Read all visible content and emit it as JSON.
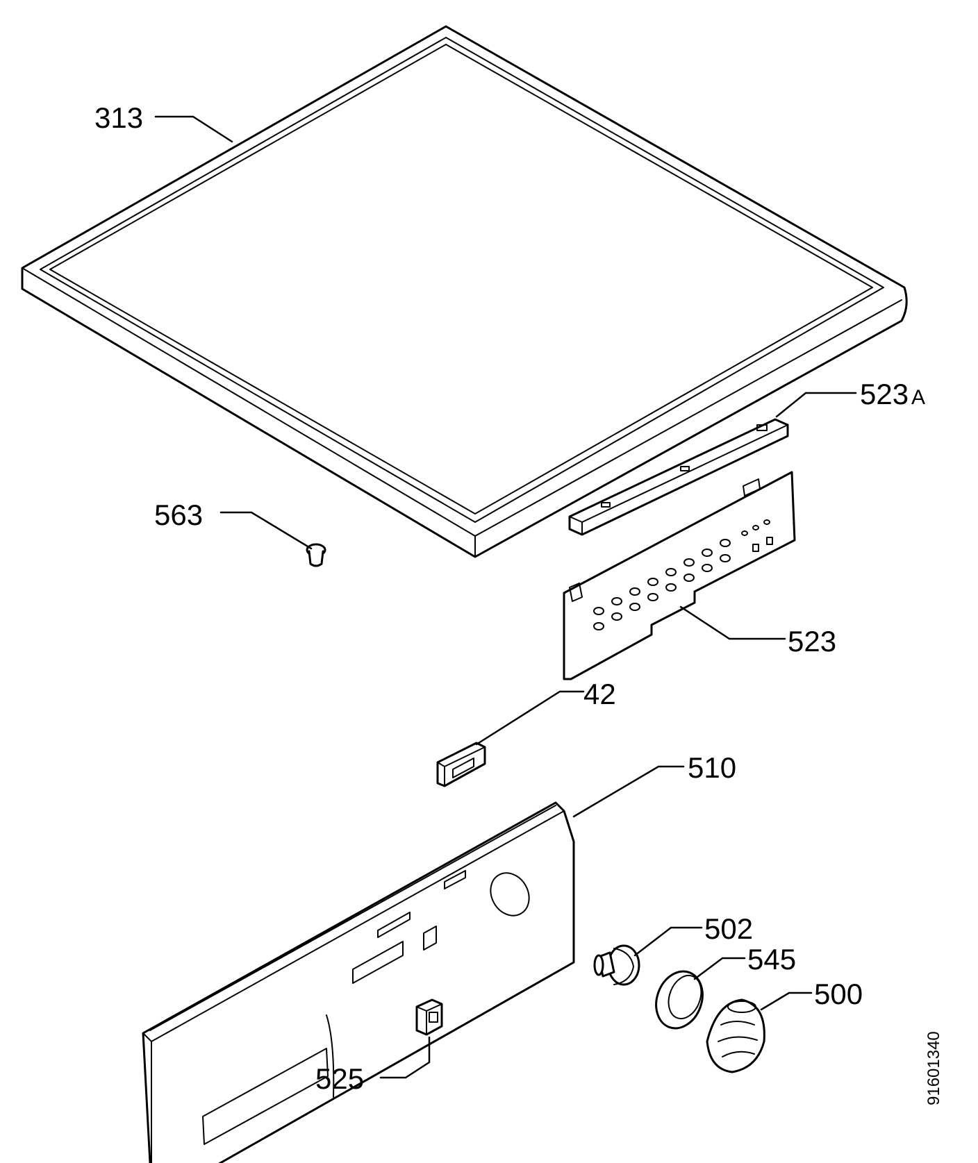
{
  "labels": {
    "p313": "313",
    "p523a": "523",
    "p523a_suffix": "A",
    "p563": "563",
    "p523": "523",
    "p42": "42",
    "p510": "510",
    "p502": "502",
    "p545": "545",
    "p500": "500",
    "p525": "525"
  },
  "document_number": "91601340"
}
